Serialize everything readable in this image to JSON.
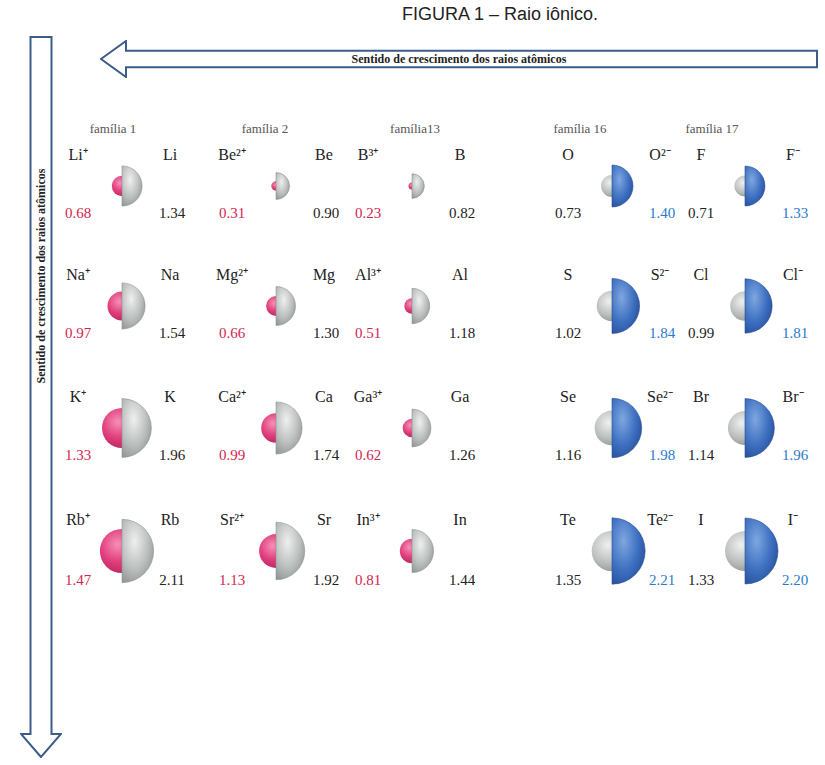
{
  "diagram": {
    "title": "FIGURA 1 – Raio iônico.",
    "nodes": [
      {
        "text": [
          "Sentido de crescimento dos raios atômicos"
        ]
      },
      {
        "text": [
          "Sentido de crescimento dos raios atômicos"
        ]
      }
    ],
    "labels": [
      "família 1",
      "família 2",
      "família13",
      "família 16",
      "família 17",
      "Li⁺",
      "Li",
      "0.68",
      "1.34",
      "Be²⁺",
      "Be",
      "0.31",
      "0.90",
      "B³⁺",
      "B",
      "0.23",
      "0.82",
      "O",
      "O²⁻",
      "0.73",
      "1.40",
      "F",
      "F⁻",
      "0.71",
      "1.33",
      "Na⁺",
      "Na",
      "0.97",
      "1.54",
      "Mg²⁺",
      "Mg",
      "0.66",
      "1.30",
      "Al³⁺",
      "Al",
      "0.51",
      "1.18",
      "S",
      "S²⁻",
      "1.02",
      "1.84",
      "Cl",
      "Cl⁻",
      "0.99",
      "1.81",
      "K⁺",
      "K",
      "1.33",
      "1.96",
      "Ca²⁺",
      "Ca",
      "0.99",
      "1.74",
      "Ga³⁺",
      "Ga",
      "0.62",
      "1.26",
      "Se",
      "Se²⁻",
      "1.16",
      "1.98",
      "Br",
      "Br⁻",
      "1.14",
      "1.96",
      "Rb⁺",
      "Rb",
      "1.47",
      "2.11",
      "Sr²⁺",
      "Sr",
      "1.13",
      "1.92",
      "In³⁺",
      "In",
      "0.81",
      "1.44",
      "Te",
      "Te²⁻",
      "1.35",
      "2.21",
      "I",
      "I⁻",
      "1.33",
      "2.20"
    ]
  }
}
